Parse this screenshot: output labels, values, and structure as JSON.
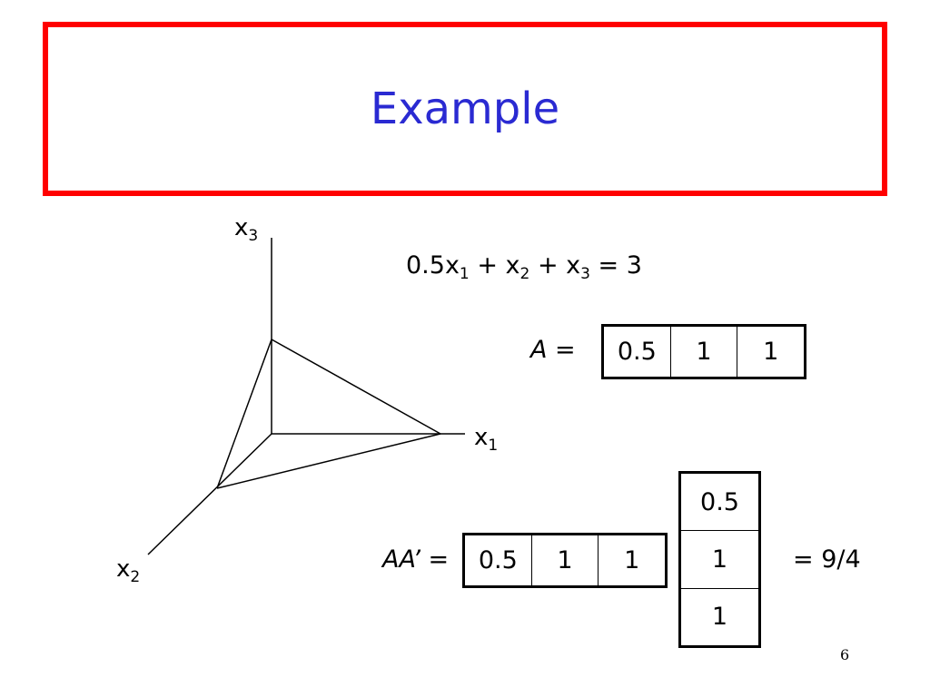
{
  "slide": {
    "title": "Example",
    "page_number": "6"
  },
  "axes": {
    "x1": {
      "base": "x",
      "sub": "1"
    },
    "x2": {
      "base": "x",
      "sub": "2"
    },
    "x3": {
      "base": "x",
      "sub": "3"
    }
  },
  "equation": {
    "coef1": "0.5x",
    "sub1": "1",
    "plus1": " + x",
    "sub2": "2",
    "plus2": " + x",
    "sub3": "3",
    "rhs": " = 3"
  },
  "matrix_a": {
    "label": "A =",
    "values": [
      "0.5",
      "1",
      "1"
    ]
  },
  "product": {
    "label": "AA’ =",
    "row_values": [
      "0.5",
      "1",
      "1"
    ],
    "col_values": [
      "0.5",
      "1",
      "1"
    ],
    "result": "= 9/4"
  },
  "colors": {
    "title_border": "#ff0000",
    "title_text": "#2a2ad2"
  }
}
